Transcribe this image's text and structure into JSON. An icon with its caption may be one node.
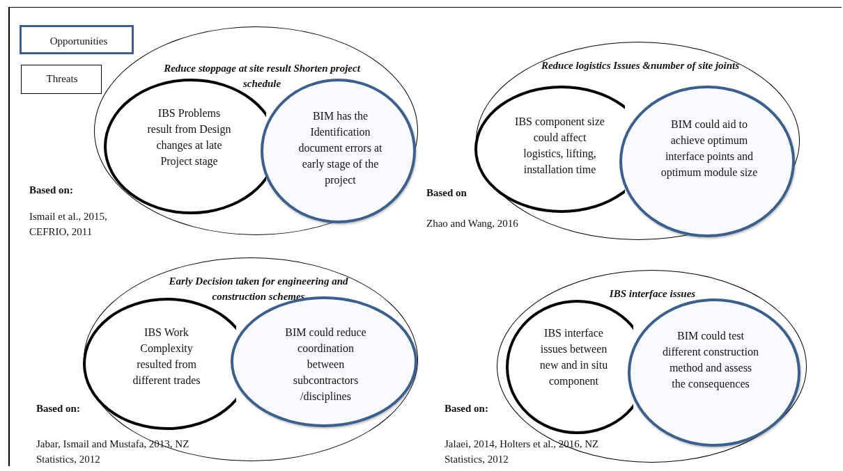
{
  "diagram": {
    "nodes": [
      {
        "text": [
          "Opportunities"
        ]
      },
      {
        "text": [
          "Threats"
        ]
      },
      {
        "text": [
          "Reduce stoppage at site result Shorten project schedule"
        ]
      },
      {
        "text": [
          "IBS Problems result from Design changes at late Project stage"
        ],
        "in": 2
      },
      {
        "text": [
          "BIM has the Identification document errors at early stage of the project"
        ],
        "in": 2
      },
      {
        "text": [
          "Reduce logistics Issues &number of site joints"
        ]
      },
      {
        "text": [
          "IBS component size could affect logistics, lifting, installation time"
        ],
        "in": 5
      },
      {
        "text": [
          "BIM could aid to achieve optimum interface points and optimum module size"
        ],
        "in": 5
      },
      {
        "text": [
          "Early Decision taken for engineering and construction schemes"
        ]
      },
      {
        "text": [
          "IBS Work Complexity resulted from different trades"
        ],
        "in": 8
      },
      {
        "text": [
          "BIM could reduce coordination between subcontractors /disciplines"
        ],
        "in": 8
      },
      {
        "text": [
          "IBS interface issues"
        ]
      },
      {
        "text": [
          "IBS interface issues between new and in situ component"
        ],
        "in": 11
      },
      {
        "text": [
          "BIM could test different construction method and assess the consequences"
        ],
        "in": 11
      }
    ],
    "edges": [],
    "labels": [
      "Based on:",
      "Ismail et al., 2015, CEFRIO, 2011",
      "Based on",
      "Zhao and Wang, 2016",
      "Based on:",
      "Jabar, Ismail and Mustafa, 2013, NZ Statistics, 2012",
      "Based on:",
      "Jalaei, 2014, Holters et al., 2016, NZ Statistics, 2012"
    ]
  }
}
